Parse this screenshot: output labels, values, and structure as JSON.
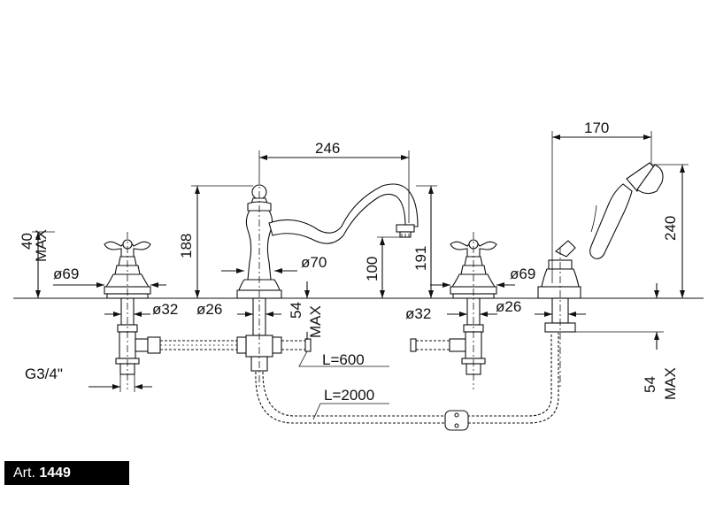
{
  "dimensions": {
    "spout_reach": "246",
    "handshower_reach": "170",
    "spout_height": "188",
    "handshower_height": "240",
    "spout_outlet_height": "100",
    "spout_total_height": "191",
    "valve_max_height": "40",
    "valve_max_label": "MAX",
    "valve_flange_left": "ø69",
    "valve_flange_right": "ø69",
    "spout_flange": "ø70",
    "shank_left": "ø32",
    "shank_spout": "ø26",
    "shank_right": "ø32",
    "shank_handshower": "ø26",
    "spout_deck_max": "54",
    "spout_deck_max_label": "MAX",
    "handshower_deck_max": "54",
    "handshower_deck_max_label": "MAX",
    "thread": "G3/4\"",
    "flex_hose_length": "L=600",
    "shower_hose_length": "L=2000"
  },
  "article": {
    "prefix": "Art.",
    "number": "1449"
  }
}
